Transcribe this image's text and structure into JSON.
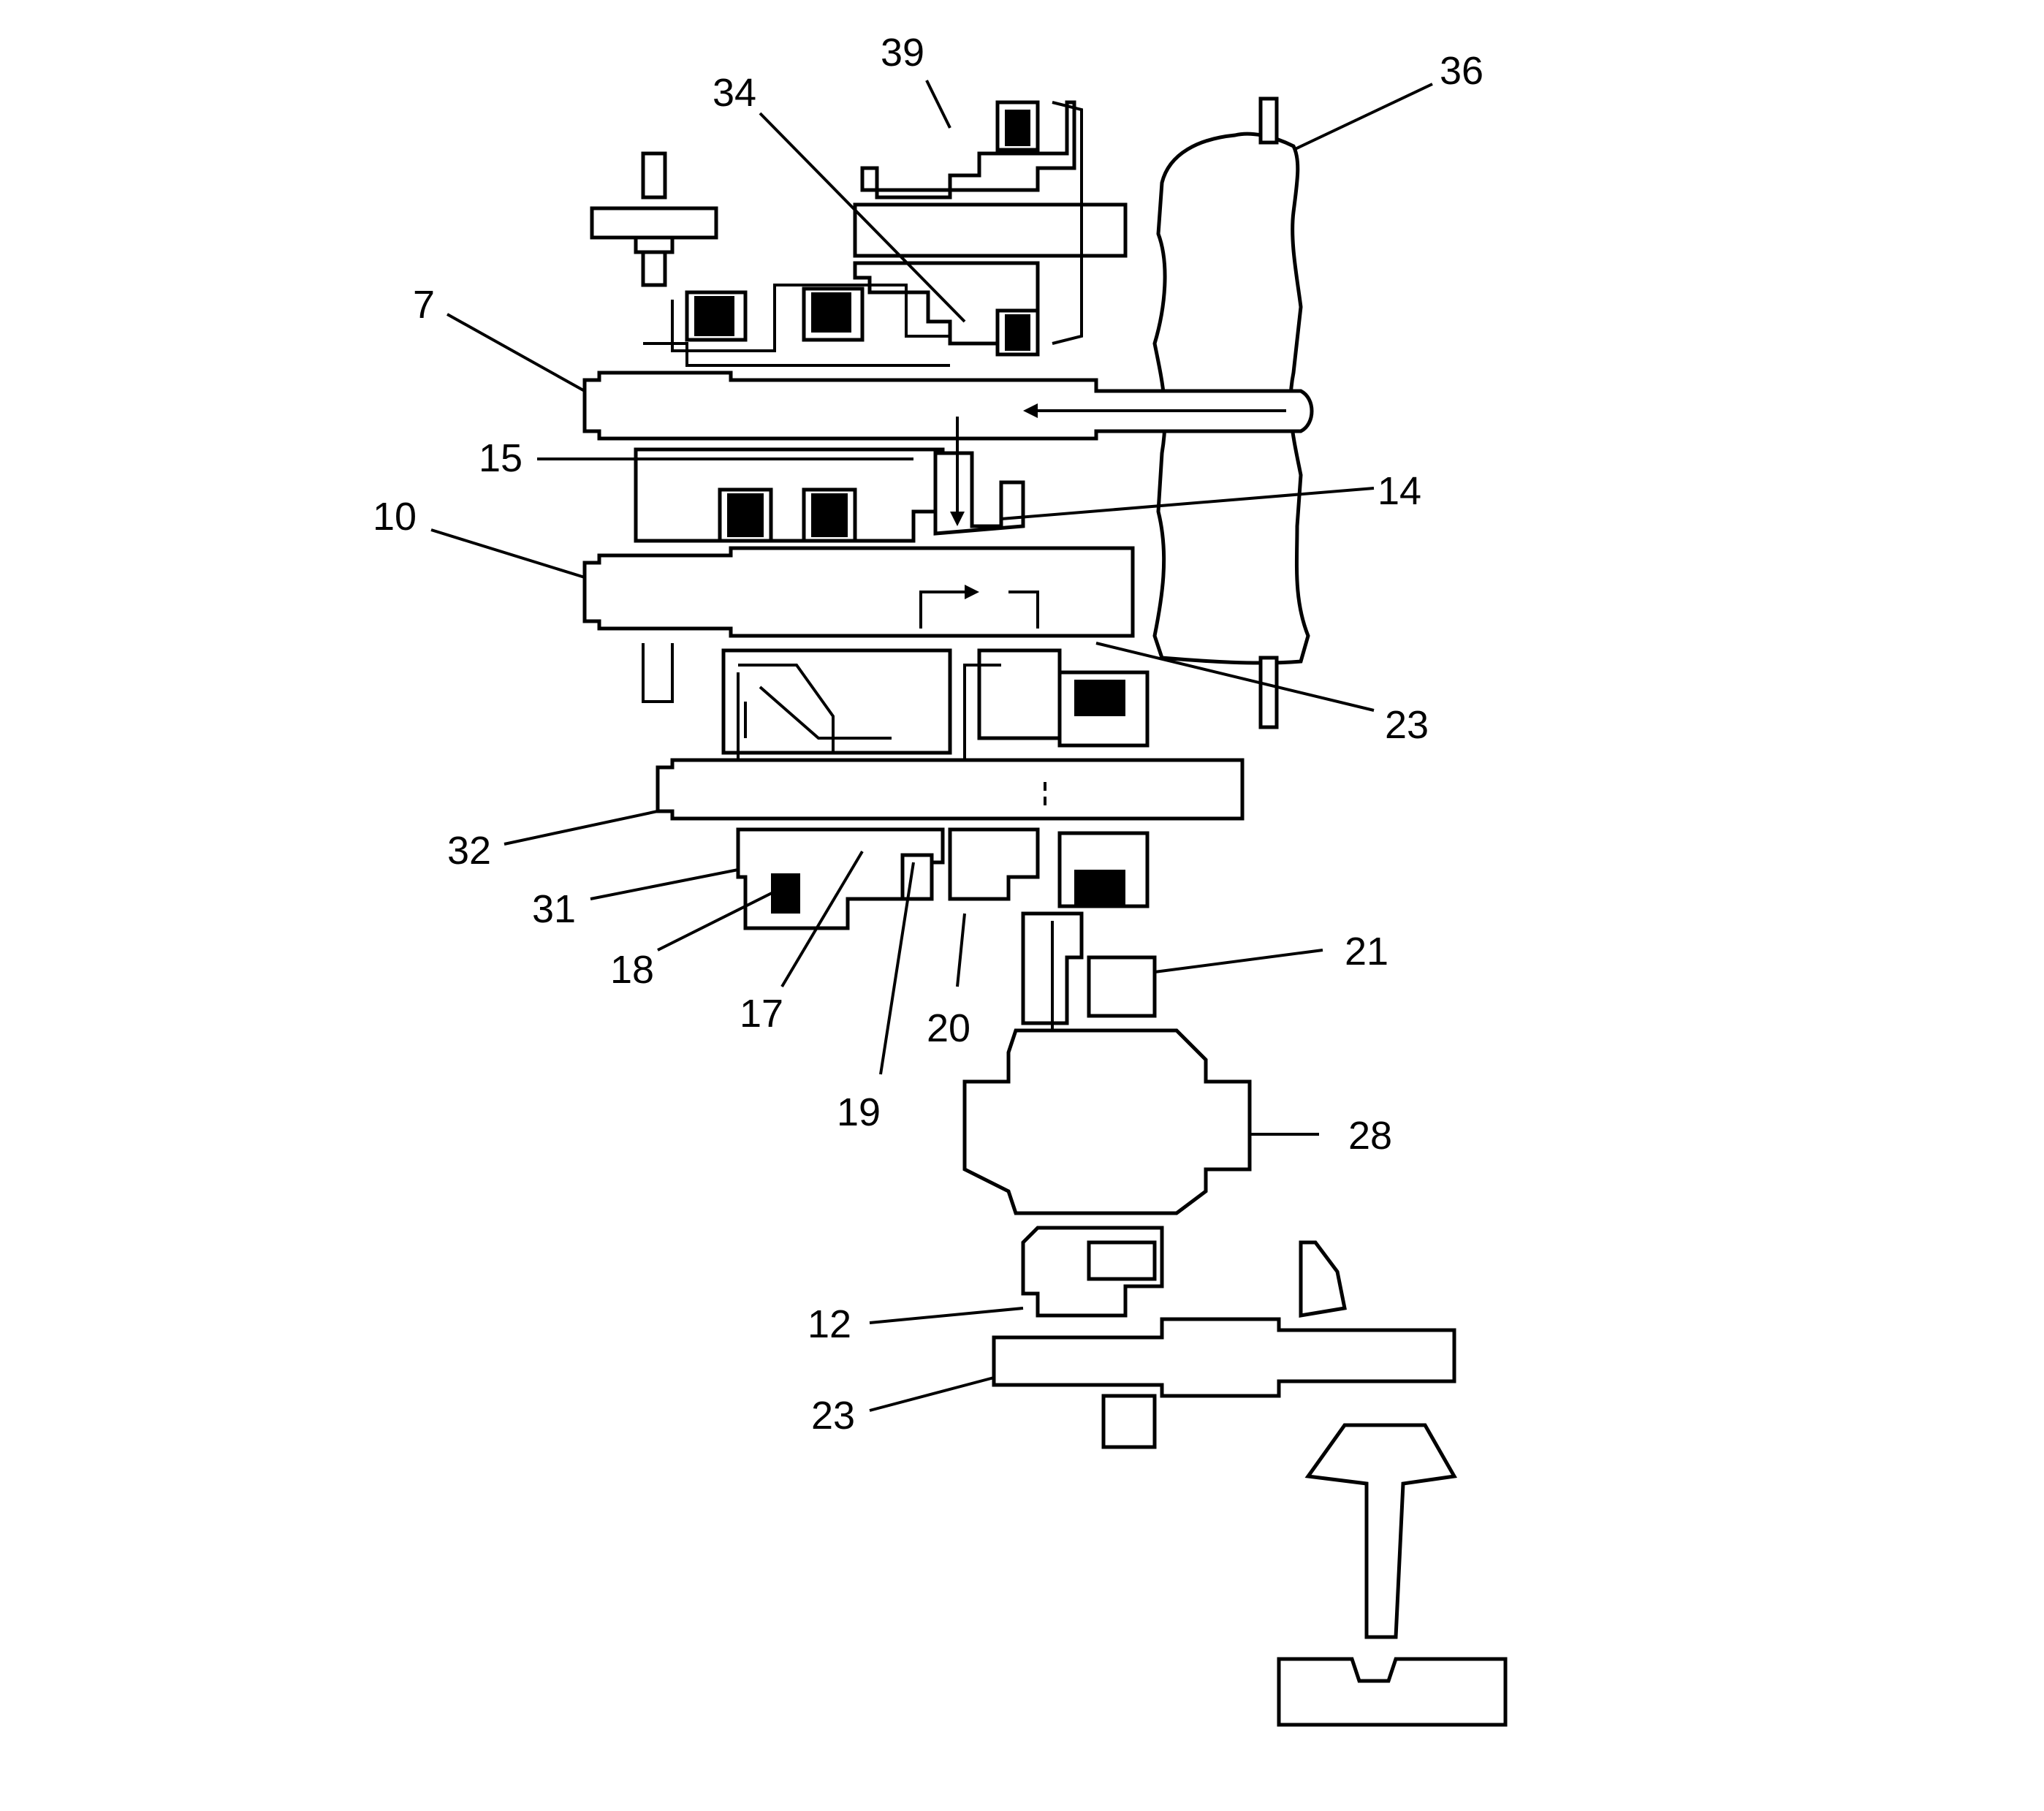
{
  "callouts": {
    "c39": "39",
    "c34": "34",
    "c36": "36",
    "c7": "7",
    "c15": "15",
    "c14": "14",
    "c10": "10",
    "c23a": "23",
    "c32": "32",
    "c31": "31",
    "c18": "18",
    "c17": "17",
    "c20": "20",
    "c19": "19",
    "c21": "21",
    "c28": "28",
    "c12": "12",
    "c23b": "23"
  }
}
